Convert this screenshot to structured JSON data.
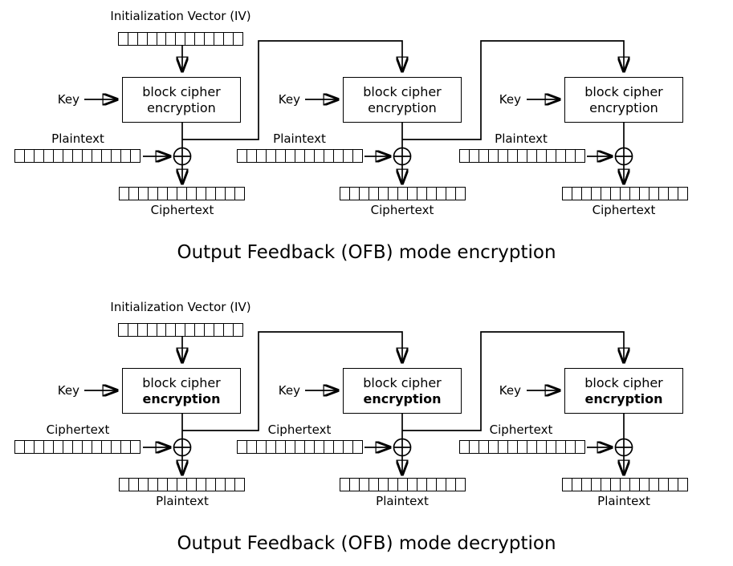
{
  "colors": {
    "ink": "#000000",
    "paper": "#ffffff"
  },
  "register_cells": 13,
  "diagrams": [
    {
      "title": "Output Feedback (OFB) mode encryption",
      "iv_label": "Initialization Vector (IV)",
      "key_label": "Key",
      "box_line1": "block cipher",
      "box_line2": "encryption",
      "input_label": "Plaintext",
      "output_label": "Ciphertext"
    },
    {
      "title": "Output Feedback (OFB) mode decryption",
      "iv_label": "Initialization Vector (IV)",
      "key_label": "Key",
      "box_line1": "block cipher",
      "box_line2": "encryption",
      "input_label": "Ciphertext",
      "output_label": "Plaintext"
    }
  ]
}
